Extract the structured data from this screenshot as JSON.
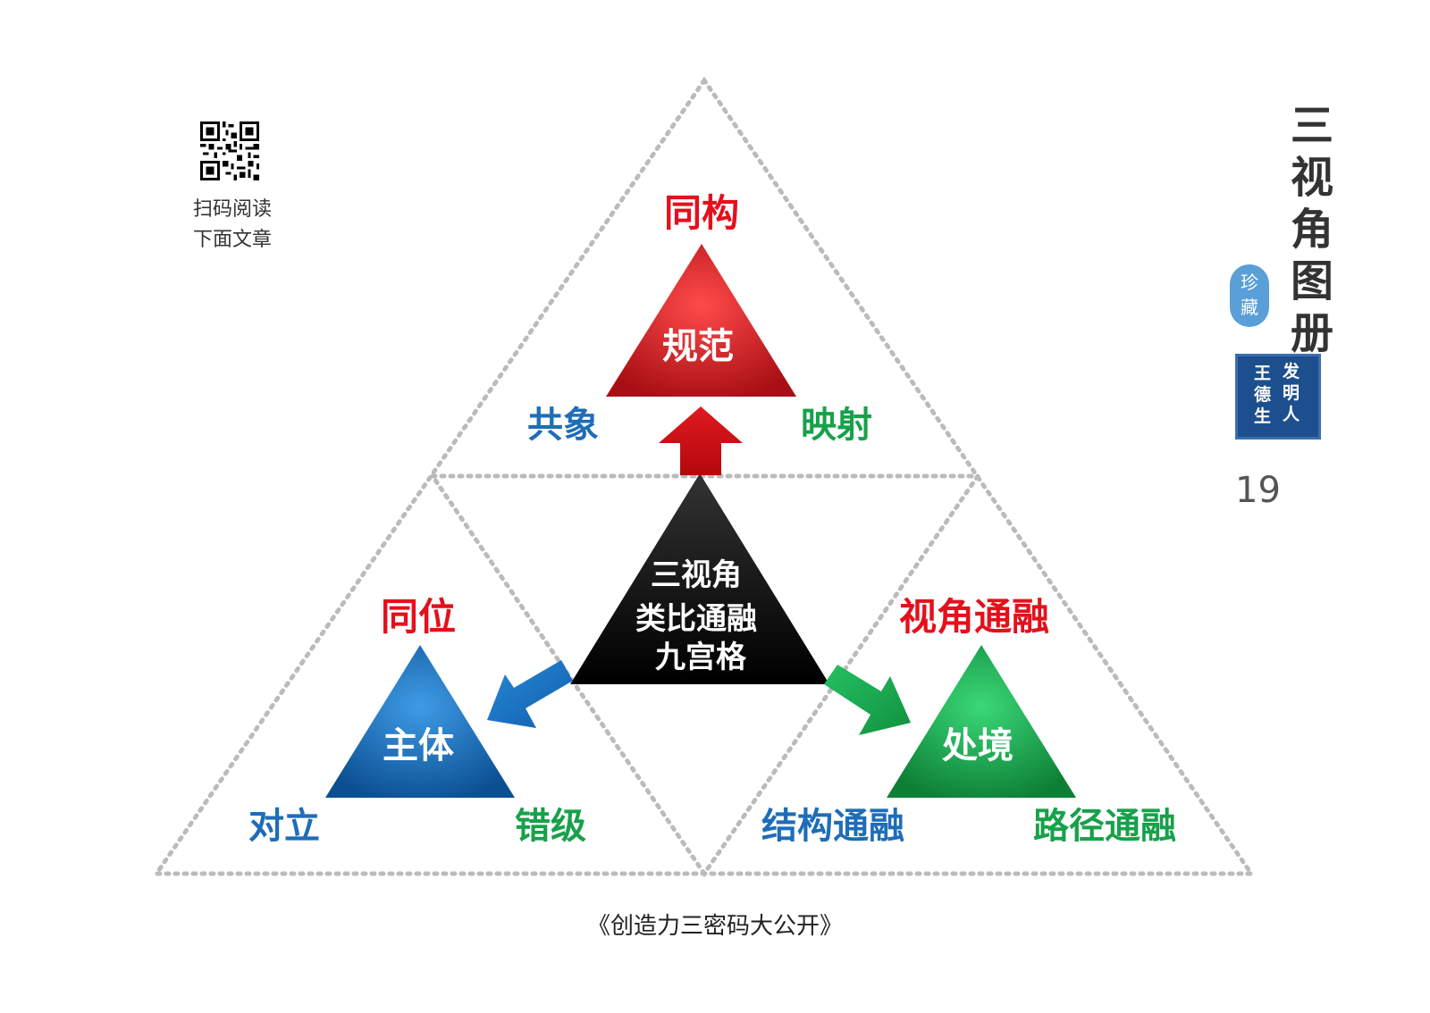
{
  "qr": {
    "caption_line1": "扫码阅读",
    "caption_line2": "下面文章"
  },
  "sidebar": {
    "title_chars": [
      "三",
      "视",
      "角",
      "图",
      "册"
    ],
    "seal_round": [
      "珍",
      "藏"
    ],
    "seal_square": {
      "col_right": [
        "发",
        "明",
        "人"
      ],
      "col_left": [
        "王",
        "德",
        "生"
      ]
    },
    "page_number": "19"
  },
  "diagram": {
    "center_triangle": {
      "line1": "三视角",
      "line2": "类比通融",
      "line3": "九宫格",
      "color": "#000000"
    },
    "top_triangle": {
      "heading": "同构",
      "inner": "规范",
      "left": "共象",
      "right": "映射",
      "color": "#d0121b"
    },
    "left_triangle": {
      "heading": "同位",
      "inner": "主体",
      "left": "对立",
      "right": "错级",
      "color": "#0f6bc0"
    },
    "right_triangle": {
      "heading": "视角通融",
      "inner": "处境",
      "left": "结构通融",
      "right": "路径通融",
      "color": "#17a84a"
    }
  },
  "colors": {
    "red": "#e3111c",
    "blue": "#1e6db8",
    "green": "#17a14a",
    "dotted": "#bbbbbb"
  },
  "footer": "《创造力三密码大公开》"
}
